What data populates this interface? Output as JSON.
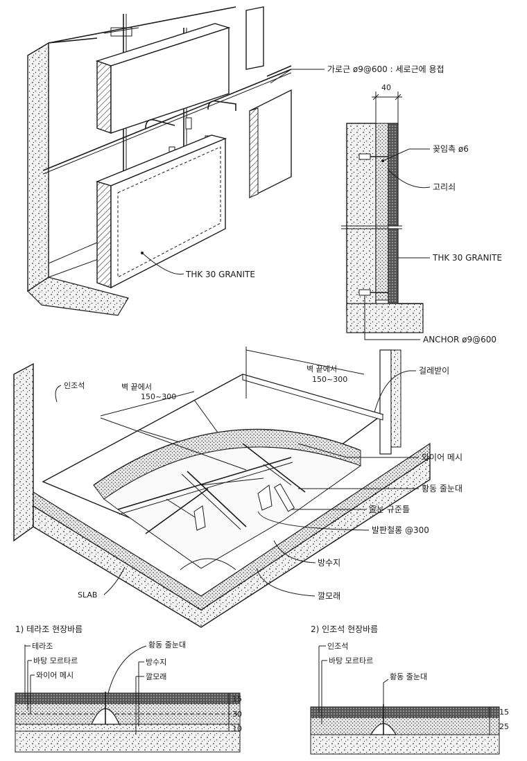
{
  "top_panel": {
    "label_horizontal_bar": "가로근 ø9@600 : 세로근에 용접",
    "label_granite_left": "THK 30 GRANITE"
  },
  "section_right": {
    "dim_40": "40",
    "label_pin": "꽂임촉 ø6",
    "label_clip": "고리쇠",
    "label_granite": "THK 30 GRANITE",
    "label_anchor": "ANCHOR ø9@600"
  },
  "floor_view": {
    "label_artificial_stone": "인조석",
    "label_from_wall_left_1": "벽 끝에서",
    "label_from_wall_left_2": "150~300",
    "label_from_wall_right_1": "벽 끝에서",
    "label_from_wall_right_2": "150~300",
    "label_baseboard": "걸레받이",
    "label_wire_mesh": "와이어 메시",
    "label_brass_joint": "황동 줄눈대",
    "label_joint_spacing": "줄눈 규준틀",
    "label_foot_rebar": "발판철롱 @300",
    "label_waterproof": "방수지",
    "label_sand": "깔모래",
    "label_slab": "SLAB"
  },
  "detail_1": {
    "title": "1) 테라조 현장바름",
    "label_terrazzo": "테라조",
    "label_base_mortar": "바탕 모르타르",
    "label_wire_mesh": "와이어 메시",
    "label_brass_joint": "황동 줄눈대",
    "label_waterproof": "방수지",
    "label_sand": "깔모래",
    "dim_15": "15",
    "dim_30": "30",
    "dim_10": "10"
  },
  "detail_2": {
    "title": "2) 인조석 현장바름",
    "label_artificial_stone": "인조석",
    "label_base_mortar": "바탕 모르타르",
    "label_brass_joint": "황동 줄눈대",
    "dim_15": "15",
    "dim_25": "25"
  }
}
